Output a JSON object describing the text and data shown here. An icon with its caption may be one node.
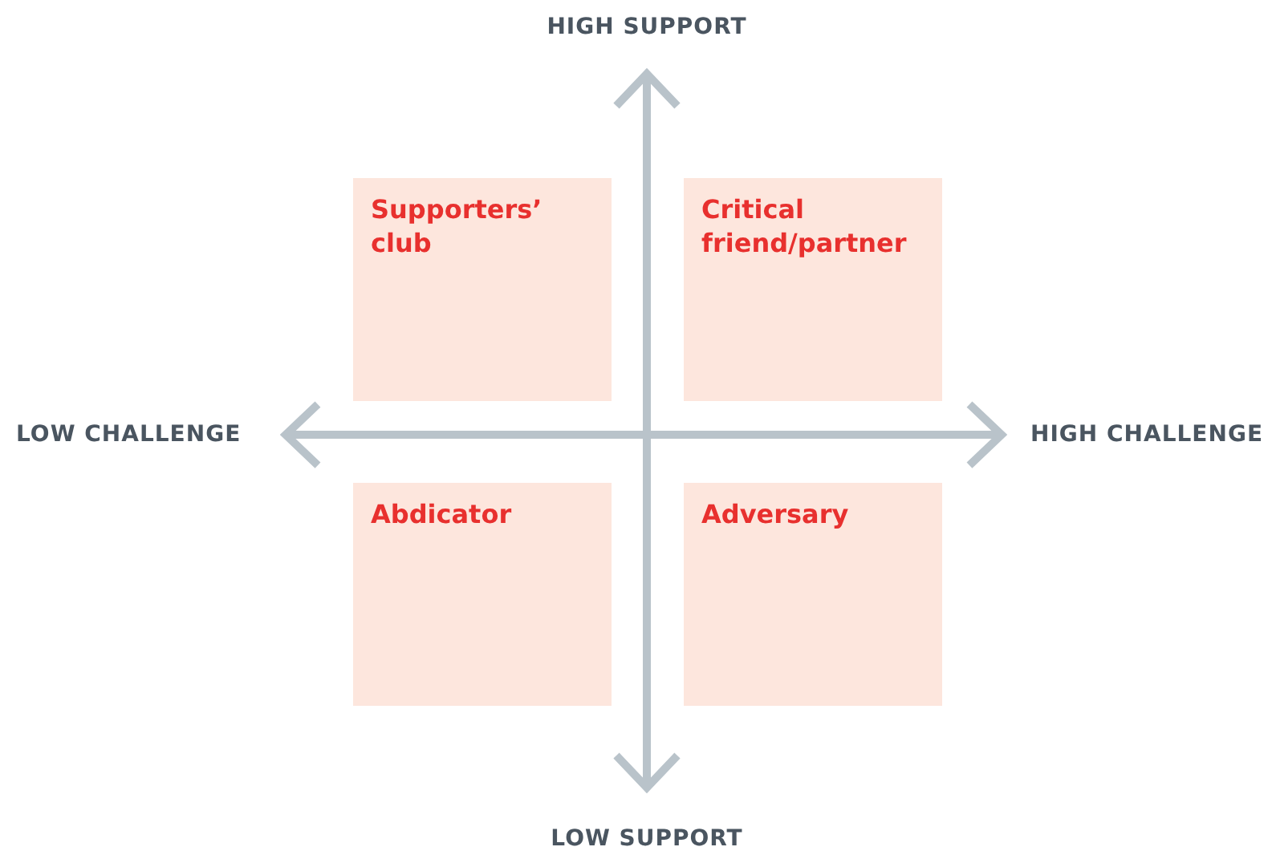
{
  "diagram": {
    "nodes": [
      {
        "text": [
          "Supporters’ club"
        ]
      },
      {
        "text": [
          "Critical friend/partner"
        ]
      },
      {
        "text": [
          "Abdicator"
        ]
      },
      {
        "text": [
          "Adversary"
        ]
      }
    ],
    "labels": [
      "HIGH SUPPORT",
      "LOW CHALLENGE",
      "HIGH CHALLENGE",
      "LOW SUPPORT"
    ]
  }
}
